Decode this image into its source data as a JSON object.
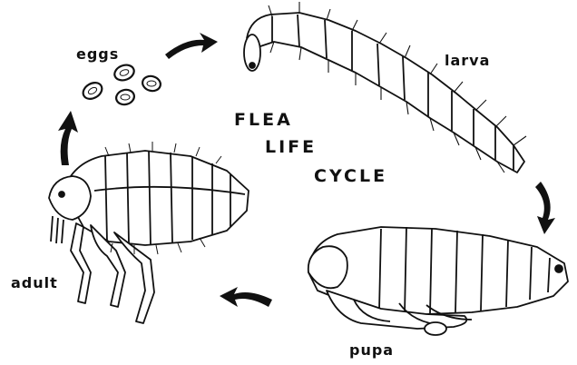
{
  "title": {
    "line1": "FLEA",
    "line2": "LIFE",
    "line3": "CYCLE"
  },
  "stages": {
    "eggs": "eggs",
    "larva": "larva",
    "pupa": "pupa",
    "adult": "adult"
  },
  "colors": {
    "ink": "#111111",
    "background": "#ffffff"
  },
  "icons": {
    "eggs": "egg-cluster-illustration",
    "larva": "larva-illustration",
    "pupa": "pupa-illustration",
    "adult": "adult-flea-illustration",
    "arrows": "cycle-arrow-icon"
  }
}
